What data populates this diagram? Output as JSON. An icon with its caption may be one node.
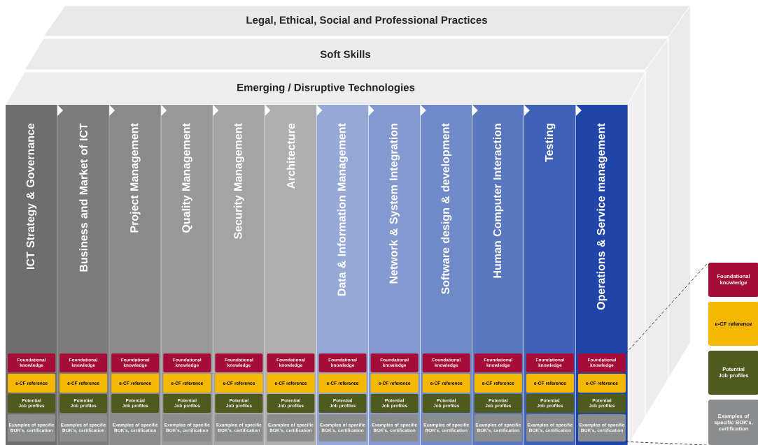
{
  "diagram": {
    "nodes": [
      {
        "text": [
          "Legal, Ethical, Social and Professional Practices"
        ]
      },
      {
        "text": [
          "Soft Skills"
        ]
      },
      {
        "text": [
          "Emerging / Disruptive Technologies"
        ]
      },
      {
        "text": [
          "ICT Strategy & Governance"
        ]
      },
      {
        "text": [
          "Business and Market of ICT"
        ]
      },
      {
        "text": [
          "Project Management"
        ]
      },
      {
        "text": [
          "Quality Management"
        ]
      },
      {
        "text": [
          "Security Management"
        ]
      },
      {
        "text": [
          "Architecture"
        ]
      },
      {
        "text": [
          "Data & Information Management"
        ]
      },
      {
        "text": [
          "Network & System Integration"
        ]
      },
      {
        "text": [
          "Software design & development"
        ]
      },
      {
        "text": [
          "Human Computer Interaction"
        ]
      },
      {
        "text": [
          "Testing"
        ]
      },
      {
        "text": [
          "Operations & Service management"
        ]
      },
      {
        "text": [
          "Foundational knowledge"
        ],
        "in": 3
      },
      {
        "text": [
          "e-CF reference"
        ],
        "in": 3
      },
      {
        "text": [
          "Potential Job profiles"
        ],
        "in": 3
      },
      {
        "text": [
          "Examples of specific BOK's, certification"
        ],
        "in": 3
      },
      {
        "text": [
          "Foundational knowledge"
        ],
        "in": 4
      },
      {
        "text": [
          "e-CF reference"
        ],
        "in": 4
      },
      {
        "text": [
          "Potential Job profiles"
        ],
        "in": 4
      },
      {
        "text": [
          "Examples of specific BOK's, certification"
        ],
        "in": 4
      },
      {
        "text": [
          "Foundational knowledge"
        ],
        "in": 5
      },
      {
        "text": [
          "e-CF reference"
        ],
        "in": 5
      },
      {
        "text": [
          "Potential Job profiles"
        ],
        "in": 5
      },
      {
        "text": [
          "Examples of specific BOK's, certification"
        ],
        "in": 5
      },
      {
        "text": [
          "Foundational knowledge"
        ],
        "in": 6
      },
      {
        "text": [
          "e-CF reference"
        ],
        "in": 6
      },
      {
        "text": [
          "Potential Job profiles"
        ],
        "in": 6
      },
      {
        "text": [
          "Examples of specific BOK's, certification"
        ],
        "in": 6
      },
      {
        "text": [
          "Foundational knowledge"
        ],
        "in": 7
      },
      {
        "text": [
          "e-CF reference"
        ],
        "in": 7
      },
      {
        "text": [
          "Potential Job profiles"
        ],
        "in": 7
      },
      {
        "text": [
          "Examples of specific BOK's, certification"
        ],
        "in": 7
      },
      {
        "text": [
          "Foundational knowledge"
        ],
        "in": 8
      },
      {
        "text": [
          "e-CF reference"
        ],
        "in": 8
      },
      {
        "text": [
          "Potential Job profiles"
        ],
        "in": 8
      },
      {
        "text": [
          "Examples of specific BOK's, certification"
        ],
        "in": 8
      },
      {
        "text": [
          "Foundational knowledge"
        ],
        "in": 9
      },
      {
        "text": [
          "e-CF reference"
        ],
        "in": 9
      },
      {
        "text": [
          "Potential Job profiles"
        ],
        "in": 9
      },
      {
        "text": [
          "Examples of specific BOK's, certification"
        ],
        "in": 9
      },
      {
        "text": [
          "Foundational knowledge"
        ],
        "in": 10
      },
      {
        "text": [
          "e-CF reference"
        ],
        "in": 10
      },
      {
        "text": [
          "Potential Job profiles"
        ],
        "in": 10
      },
      {
        "text": [
          "Examples of specific BOK's, certification"
        ],
        "in": 10
      },
      {
        "text": [
          "Foundational knowledge"
        ],
        "in": 11
      },
      {
        "text": [
          "e-CF reference"
        ],
        "in": 11
      },
      {
        "text": [
          "Potential Job profiles"
        ],
        "in": 11
      },
      {
        "text": [
          "Examples of specific BOK's, certification"
        ],
        "in": 11
      },
      {
        "text": [
          "Foundational knowledge"
        ],
        "in": 12
      },
      {
        "text": [
          "e-CF reference"
        ],
        "in": 12
      },
      {
        "text": [
          "Potential Job profiles"
        ],
        "in": 12
      },
      {
        "text": [
          "Examples of specific BOK's, certification"
        ],
        "in": 12
      },
      {
        "text": [
          "Foundational knowledge"
        ],
        "in": 13
      },
      {
        "text": [
          "e-CF reference"
        ],
        "in": 13
      },
      {
        "text": [
          "Potential Job profiles"
        ],
        "in": 13
      },
      {
        "text": [
          "Examples of specific BOK's, certification"
        ],
        "in": 13
      },
      {
        "text": [
          "Foundational knowledge"
        ],
        "in": 14
      },
      {
        "text": [
          "e-CF reference"
        ],
        "in": 14
      },
      {
        "text": [
          "Potential Job profiles"
        ],
        "in": 14
      },
      {
        "text": [
          "Examples of specific BOK's, certification"
        ],
        "in": 14
      },
      {
        "text": [
          "Foundational knowledge"
        ]
      },
      {
        "text": [
          "e-CF reference"
        ]
      },
      {
        "text": [
          "Potential Job profiles"
        ]
      },
      {
        "text": [
          "Examples of specific BOK's, certification"
        ]
      }
    ],
    "edges": [
      {
        "from": 59,
        "to": 63,
        "arrow": "none",
        "style": "dashed"
      },
      {
        "from": 62,
        "to": 66,
        "arrow": "none",
        "style": "dashed"
      }
    ]
  }
}
